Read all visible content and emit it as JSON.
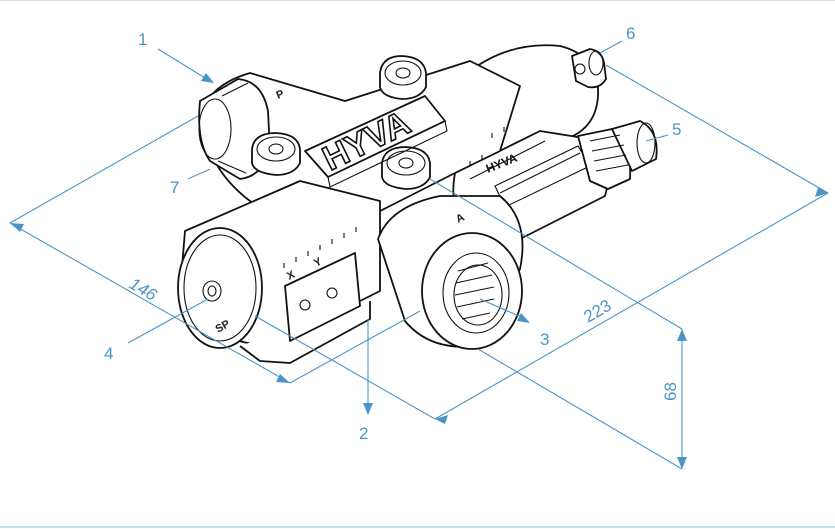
{
  "diagram": {
    "callouts": [
      "1",
      "2",
      "3",
      "4",
      "5",
      "6",
      "7"
    ],
    "dimensions": {
      "width": "146",
      "length": "223",
      "height": "68"
    },
    "port_marks": {
      "p": "P",
      "a": "A",
      "x": "X",
      "y": "Y",
      "end_cap": "SP"
    },
    "brand": {
      "main": "HYVA",
      "small": "HYVA"
    },
    "colors": {
      "annotation": "#4a95c4",
      "outline": "#111111",
      "background": "#ffffff"
    }
  }
}
